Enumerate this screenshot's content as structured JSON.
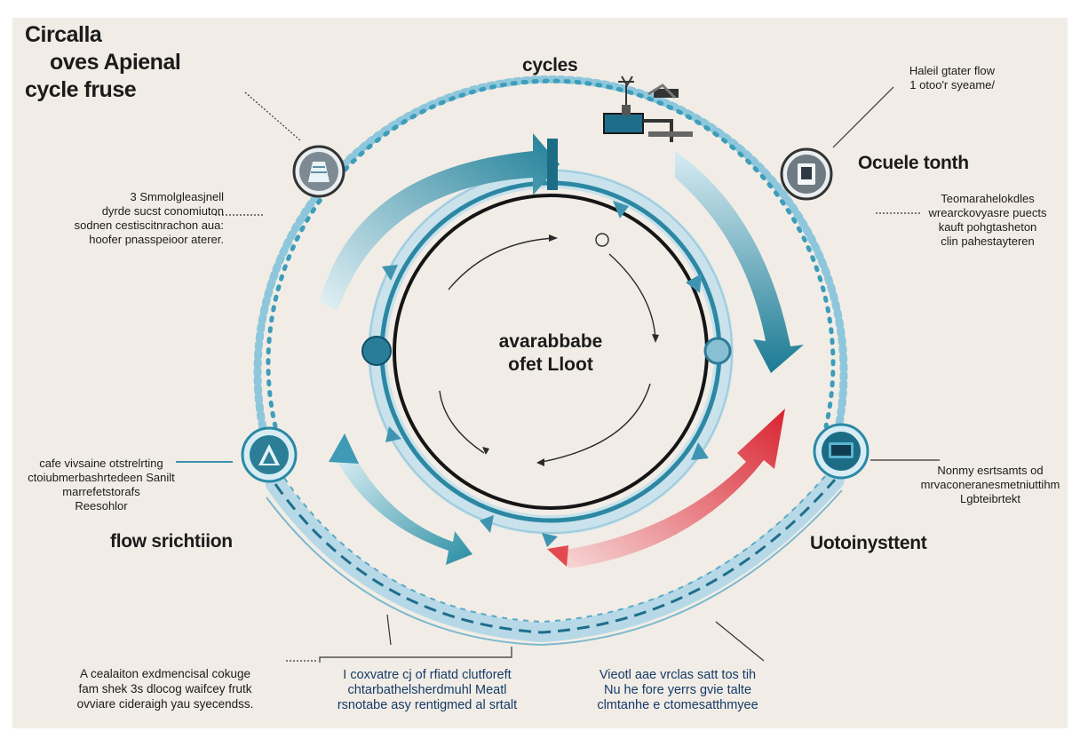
{
  "title": {
    "line1": "Circalla",
    "line2": "oves Apienal",
    "line3": "cycle fruse"
  },
  "top_label": "cycles",
  "center": {
    "line1": "avarabbabe",
    "line2": "ofet Lloot"
  },
  "right_heading": "Ocuele tonth",
  "left_heading": "flow srichtiion",
  "lower_right_heading": "Uotoinysttent",
  "top_right_note": {
    "line1": "Haleil gtater flow",
    "line2": "1 otoo'r syeame/"
  },
  "right_note": {
    "line1": "Teomarahelokdles",
    "line2": "wrearckovyasre puects",
    "line3": "kauft pohgtasheton",
    "line4": "clin pahestayteren"
  },
  "left_note": {
    "line1": "3 Smmolgleasjnell",
    "line2": "dyrde sucst conomiuton",
    "line3": "sodnen cestiscitnrachon aua:",
    "line4": "hoofer pnasspeioor aterer."
  },
  "lower_left_note": {
    "line1": "cafe vivsaine otstrelrting",
    "line2": "ctoiubmerbashrtedeen Sanilt",
    "line3": "marrefetstorafs",
    "line4": "Reesohlor"
  },
  "lower_right_note": {
    "line1": "Nonmy esrtsamts od",
    "line2": "mrvaconeranesmetniuttihm",
    "line3": "Lgbteibrtekt"
  },
  "bottom_left_note": {
    "line1": "A cealaiton exdmencisal cokuge",
    "line2": "fam shek 3s dlocog waifcey frutk",
    "line3": "ovviare cideraigh yau syecendss."
  },
  "bottom_mid_note": {
    "line1": "I coxvatre cj of rfiatd clutforeft",
    "line2": "chtarbathelsherdmuhl Meatl",
    "line3": "rsnotabe asy rentigmed al srtalt"
  },
  "bottom_right_note": {
    "line1": "Vieotl aae vrclas satt tos tih",
    "line2": "Nu he fore yerrs gvie talte",
    "line3": "clmtanhe e ctomesatthmyee"
  },
  "colors": {
    "teal": "#2f8fa6",
    "dark_teal": "#1c6f86",
    "light_blue": "#9fd0e3",
    "accent_red": "#e0323b",
    "ring": "#1a1a1a",
    "background": "#f1ede6"
  },
  "icons": [
    "pipeline-icon",
    "device-icon",
    "gear-circle-icon",
    "recycle-circle-icon",
    "monitor-circle-icon"
  ]
}
